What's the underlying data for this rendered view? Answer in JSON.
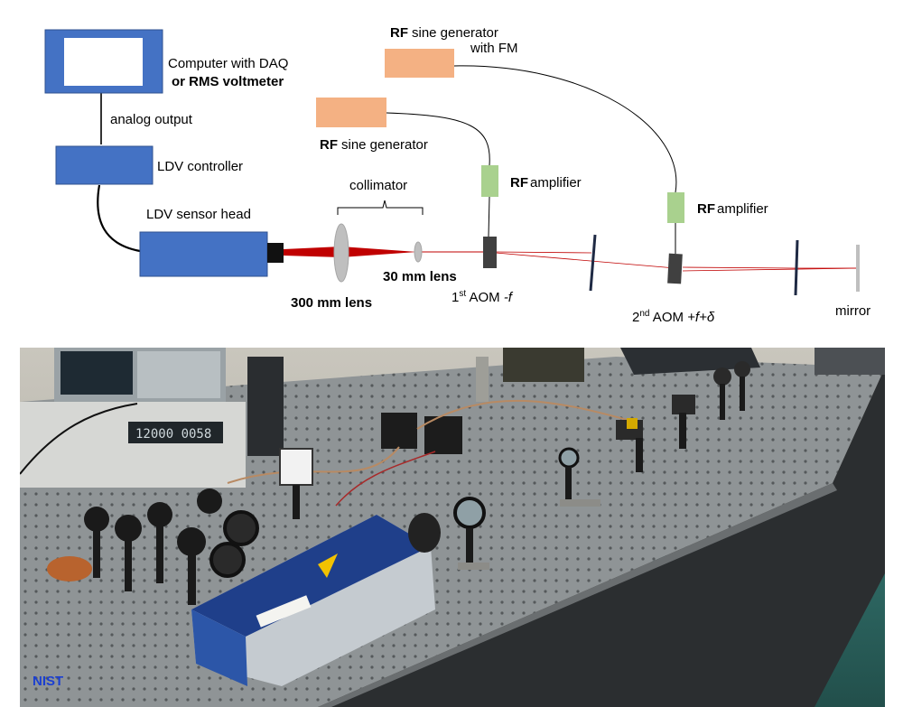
{
  "diagram": {
    "computer_label_line1": "Computer with DAQ",
    "computer_label_line2": "or RMS voltmeter",
    "analog_output": "analog output",
    "ldv_controller": "LDV controller",
    "ldv_sensor_head": "LDV sensor head",
    "collimator": "collimator",
    "lens_300": "300 mm lens",
    "lens_30": "30 mm lens",
    "rf_gen_fm_bold": "RF",
    "rf_gen_fm_rest": "sine generator",
    "rf_gen_fm_line2": "with FM",
    "rf_gen_bold": "RF",
    "rf_gen_rest": "sine generator",
    "amp1_bold": "RF",
    "amp1_rest": "amplifier",
    "amp2_bold": "RF",
    "amp2_rest": "amplifier",
    "aom1_prefix": "1",
    "aom1_sup": "st",
    "aom1_mid": " AOM ",
    "aom1_italic": "-f",
    "aom2_prefix": "2",
    "aom2_sup": "nd",
    "aom2_mid": " AOM ",
    "aom2_italic": "+f+δ",
    "mirror": "mirror"
  },
  "photo": {
    "credit": "NIST"
  },
  "colors": {
    "blue_box": "#4472c4",
    "rf_generator": "#f4b183",
    "rf_amplifier": "#a9d18e",
    "laser_red": "#c00000",
    "aom_dark": "#404040"
  }
}
